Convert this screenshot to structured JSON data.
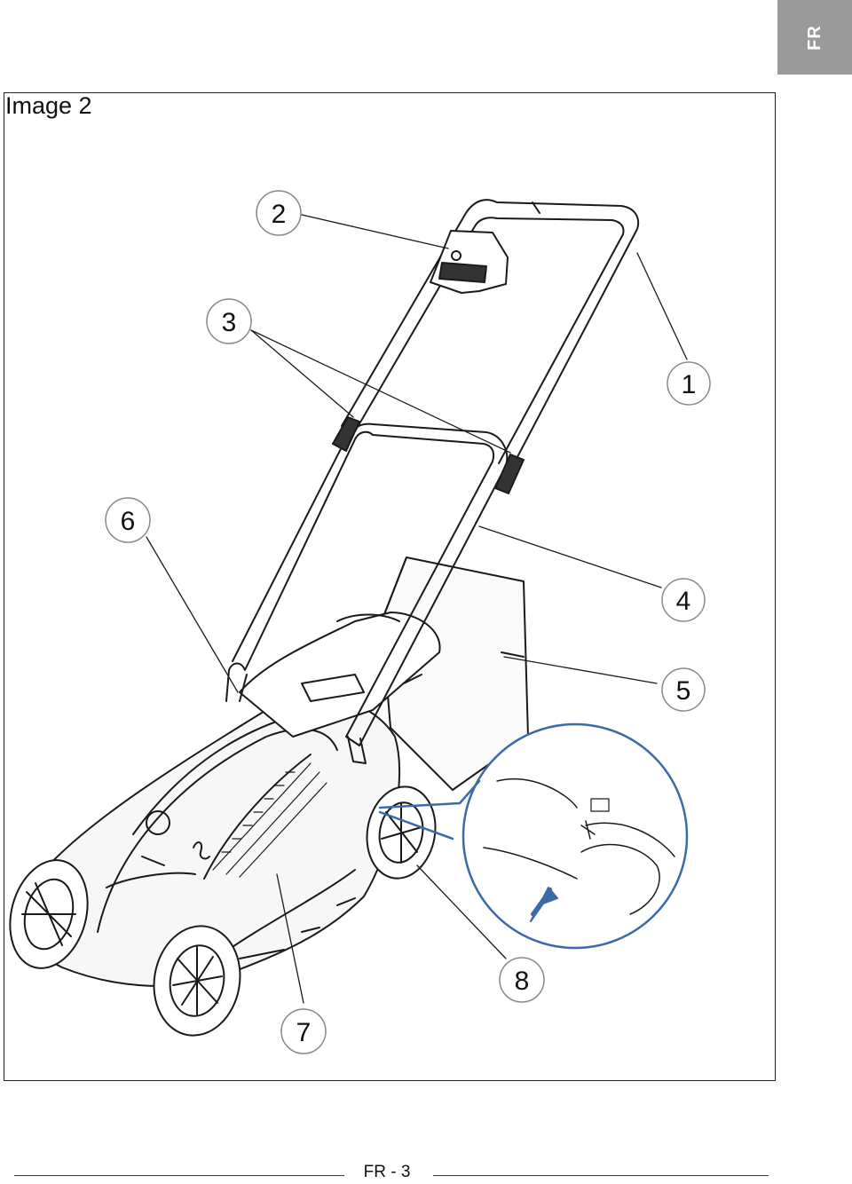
{
  "header": {
    "language_tab": "FR"
  },
  "figure": {
    "title": "Image 2",
    "callouts": [
      {
        "label": "1"
      },
      {
        "label": "2"
      },
      {
        "label": "3"
      },
      {
        "label": "4"
      },
      {
        "label": "5"
      },
      {
        "label": "6"
      },
      {
        "label": "7"
      },
      {
        "label": "8"
      }
    ]
  },
  "footer": {
    "page_label": "FR - 3"
  },
  "colors": {
    "tab_background": "#9a9a9a",
    "detail_accent": "#3a6aa8"
  }
}
